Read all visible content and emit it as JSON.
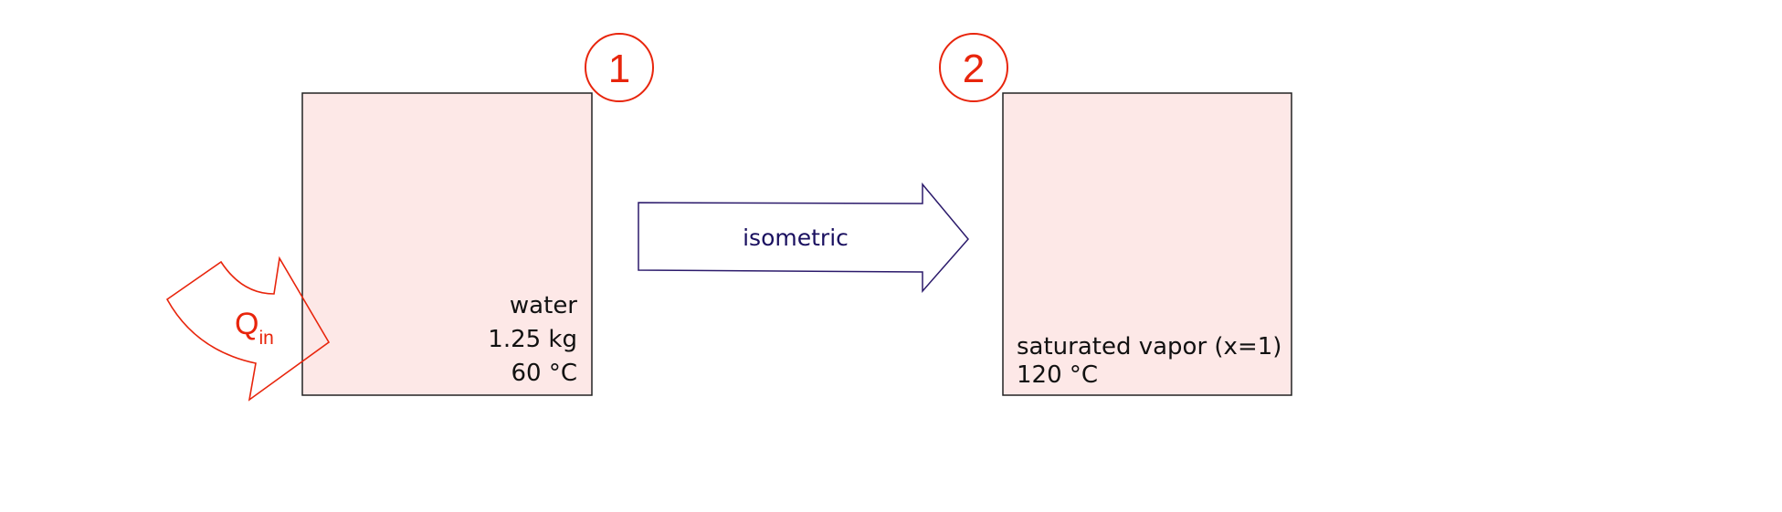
{
  "colors": {
    "box_fill": "#fde8e7",
    "box_stroke": "#222222",
    "state_marker": "#e8250c",
    "heat_arrow": "#e8250c",
    "process_arrow_stroke": "#2b1a6b",
    "process_text": "#1a1060"
  },
  "state1": {
    "number": "1",
    "substance": "water",
    "mass": "1.25 kg",
    "temperature": "60 °C"
  },
  "state2": {
    "number": "2",
    "phase": "saturated vapor (x=1)",
    "temperature": "120 °C"
  },
  "process": {
    "label": "isometric"
  },
  "heat": {
    "symbol": "Q",
    "subscript": "in"
  },
  "icons": {
    "process_arrow": "right-arrow-icon",
    "heat_arrow": "curved-arrow-icon"
  }
}
